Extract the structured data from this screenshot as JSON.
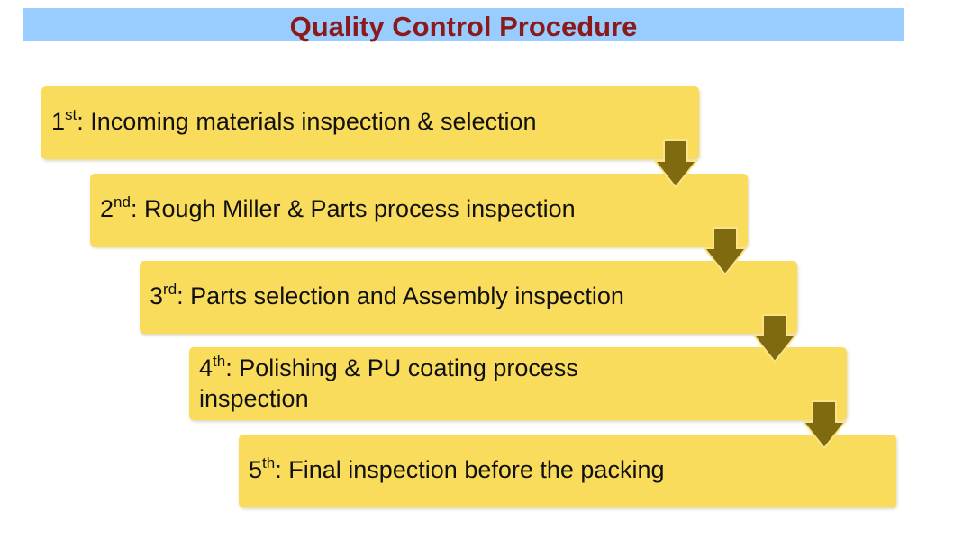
{
  "title": "Quality Control Procedure",
  "colors": {
    "title_bar": "#99ccff",
    "title_text": "#8b1a1a",
    "step_fill": "#f9dc5c",
    "arrow_fill": "#7f6a10"
  },
  "steps": [
    {
      "ordinal": "1",
      "suffix": "st",
      "text": ": Incoming materials inspection & selection"
    },
    {
      "ordinal": "2",
      "suffix": "nd",
      "text": ": Rough Miller & Parts process inspection"
    },
    {
      "ordinal": "3",
      "suffix": "rd",
      "text": ": Parts selection and Assembly inspection"
    },
    {
      "ordinal": "4",
      "suffix": "th",
      "text": ": Polishing & PU coating process inspection"
    },
    {
      "ordinal": "5",
      "suffix": "th",
      "text": ": Final inspection before the packing"
    }
  ],
  "connector_icon": "down-arrow-icon"
}
